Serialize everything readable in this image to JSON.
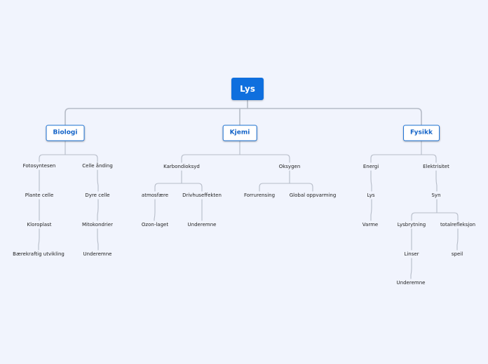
{
  "root": {
    "label": "Lys"
  },
  "branches": [
    {
      "label": "Biologi",
      "topics": [
        {
          "label": "Fotosyntesen",
          "children": [
            {
              "label": "Plante celle",
              "children": [
                {
                  "label": "Kloroplast",
                  "children": [
                    {
                      "label": "Bærekraftig utvikling"
                    }
                  ]
                }
              ]
            }
          ]
        },
        {
          "label": "Celle ånding",
          "children": [
            {
              "label": "Dyre celle",
              "children": [
                {
                  "label": "Mitokondrier",
                  "children": [
                    {
                      "label": "Underemne"
                    }
                  ]
                }
              ]
            }
          ]
        }
      ]
    },
    {
      "label": "Kjemi",
      "topics": [
        {
          "label": "Karbondioksyd",
          "children": [
            {
              "label": "atmosfære",
              "children": [
                {
                  "label": "Ozon-laget"
                }
              ]
            },
            {
              "label": "Drivhuseffekten",
              "children": [
                {
                  "label": "Underemne"
                }
              ]
            }
          ]
        },
        {
          "label": "Oksygen",
          "children": [
            {
              "label": "Forrurensing"
            },
            {
              "label": "Global oppvarming"
            }
          ]
        }
      ]
    },
    {
      "label": "Fysikk",
      "topics": [
        {
          "label": "Energi",
          "children": [
            {
              "label": "Lys",
              "children": [
                {
                  "label": "Varme"
                }
              ]
            }
          ]
        },
        {
          "label": "Elektrisitet",
          "children": [
            {
              "label": "Syn",
              "children": [
                {
                  "label": "Lysbrytning",
                  "children": [
                    {
                      "label": "Linser",
                      "children": [
                        {
                          "label": "Underemne"
                        }
                      ]
                    }
                  ]
                },
                {
                  "label": "totalrefleksjon",
                  "children": [
                    {
                      "label": "speil"
                    }
                  ]
                }
              ]
            }
          ]
        }
      ]
    }
  ],
  "colors": {
    "background": "#f1f4fd",
    "root_fill": "#0f6fde",
    "main_border": "#1f74d6",
    "connector": "#b6bcc8"
  }
}
